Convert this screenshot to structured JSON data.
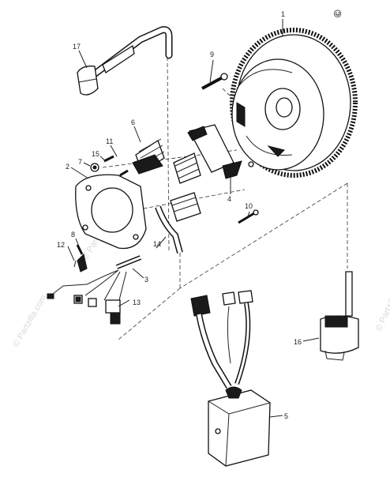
{
  "copyright": "©",
  "watermarks": [
    "© Partzilla.com",
    "© Partzilla.com",
    "© Partzilla.com"
  ],
  "callouts": {
    "c1": "1",
    "c2": "2",
    "c3": "3",
    "c4": "4",
    "c5": "5",
    "c6": "6",
    "c7": "7",
    "c8": "8",
    "c9": "9",
    "c10": "10",
    "c11": "11",
    "c12": "12",
    "c13": "13",
    "c14": "14",
    "c15": "15",
    "c16": "16",
    "c17": "17"
  }
}
